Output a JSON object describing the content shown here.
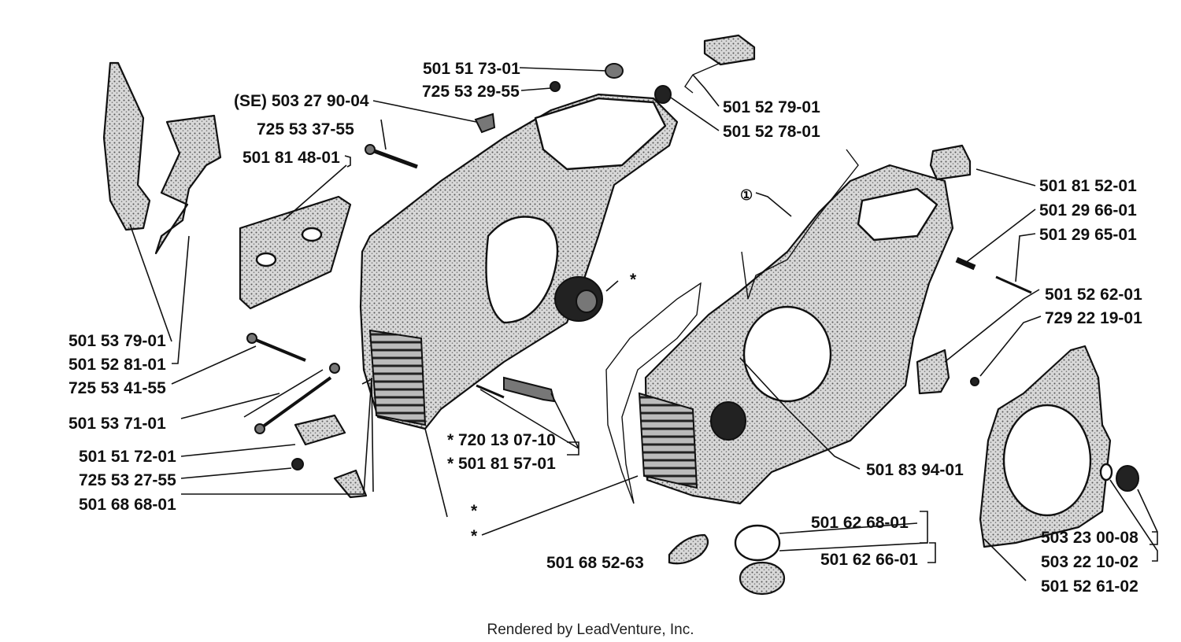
{
  "labels": {
    "p1": "501 51 73-01",
    "p2": "725 53 29-55",
    "p3": "(SE) 503 27 90-04",
    "p4": "725 53 37-55",
    "p5": "501 81 48-01",
    "p6": "501 52 79-01",
    "p7": "501 52 78-01",
    "p8": "501 81 52-01",
    "p9": "501 29 66-01",
    "p10": "501 29 65-01",
    "p11": "501 52 62-01",
    "p12": "729 22 19-01",
    "p13": "501 53 79-01",
    "p14": "501 52 81-01",
    "p15": "725 53 41-55",
    "p16": "501 53 71-01",
    "p17": "501 51 72-01",
    "p18": "725 53 27-55",
    "p19": "501 68 68-01",
    "p20": "* 720 13 07-10",
    "p21": "* 501 81 57-01",
    "p22": "501 83 94-01",
    "p23": "501 62 68-01",
    "p24": "501 62 66-01",
    "p25": "501 68 52-63",
    "p26": "503 23 00-08",
    "p27": "503 22 10-02",
    "p28": "501 52 61-02"
  },
  "markers": {
    "star": "*",
    "circled_one": "①"
  },
  "footer": "Rendered by LeadVenture, Inc."
}
